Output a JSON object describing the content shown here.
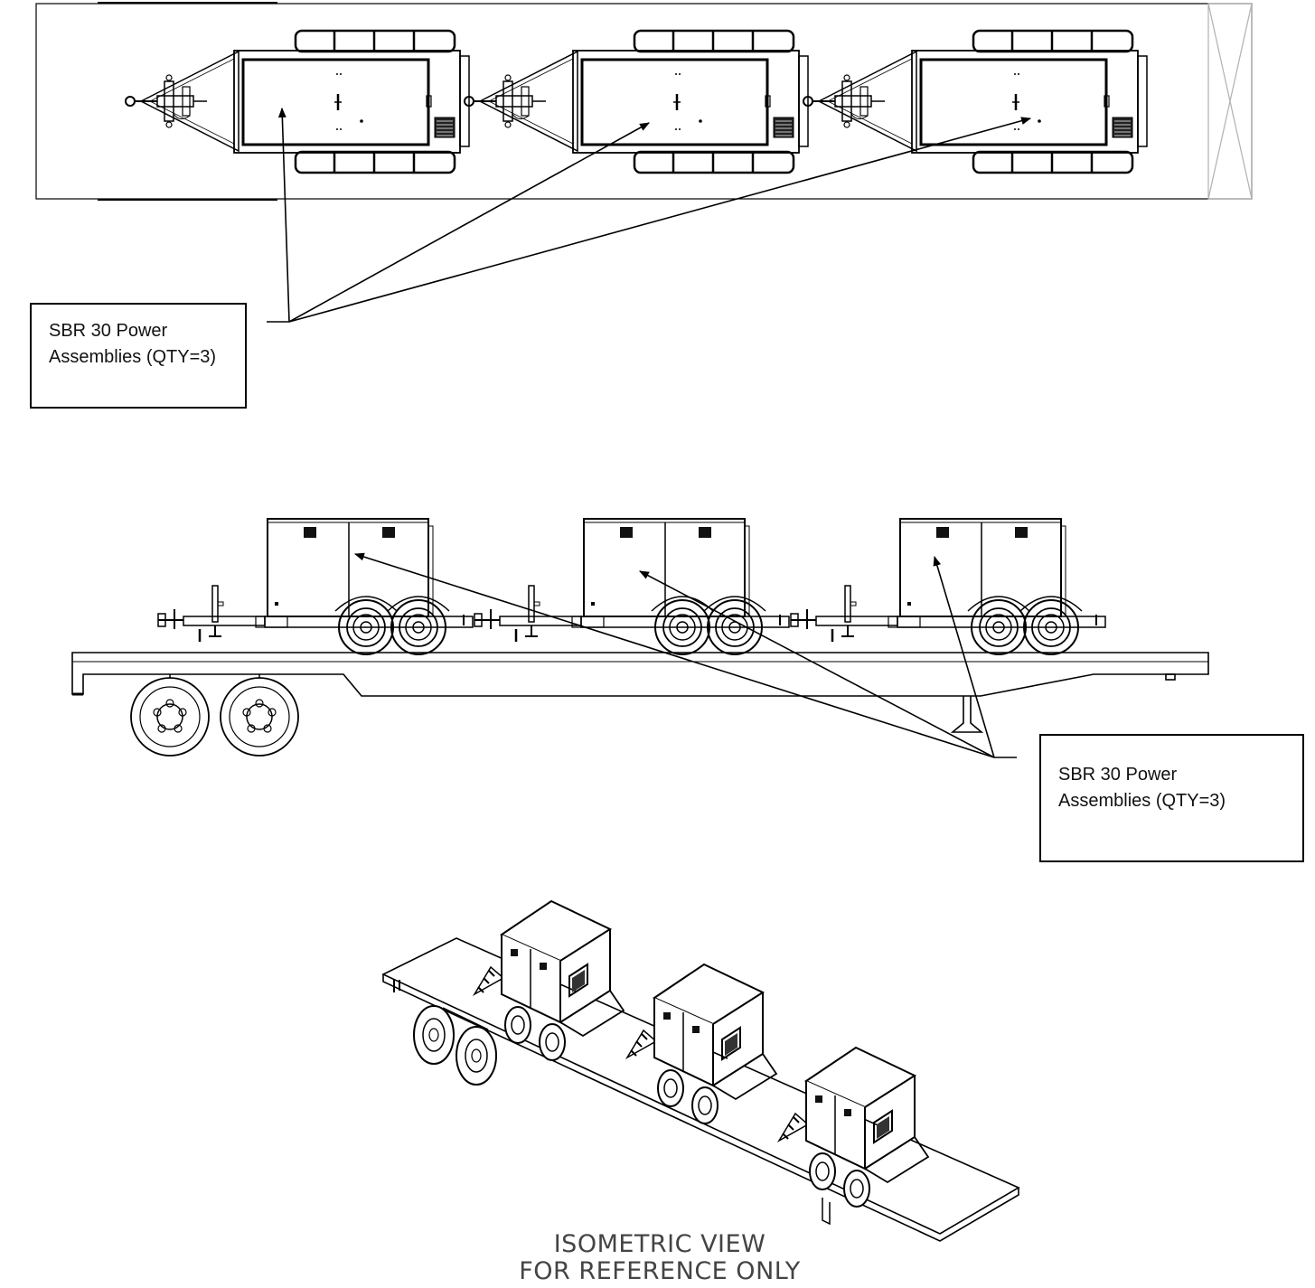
{
  "callouts": [
    {
      "text": "SBR 30 Power\nAssemblies (QTY=3)"
    },
    {
      "text": "SBR 30 Power\nAssemblies (QTY=3)"
    }
  ],
  "iso_caption": {
    "line1": "ISOMETRIC VIEW",
    "line2": "FOR REFERENCE ONLY"
  },
  "colors": {
    "line": "#000000",
    "light_line": "#b0b0b0",
    "caption": "#444444"
  }
}
